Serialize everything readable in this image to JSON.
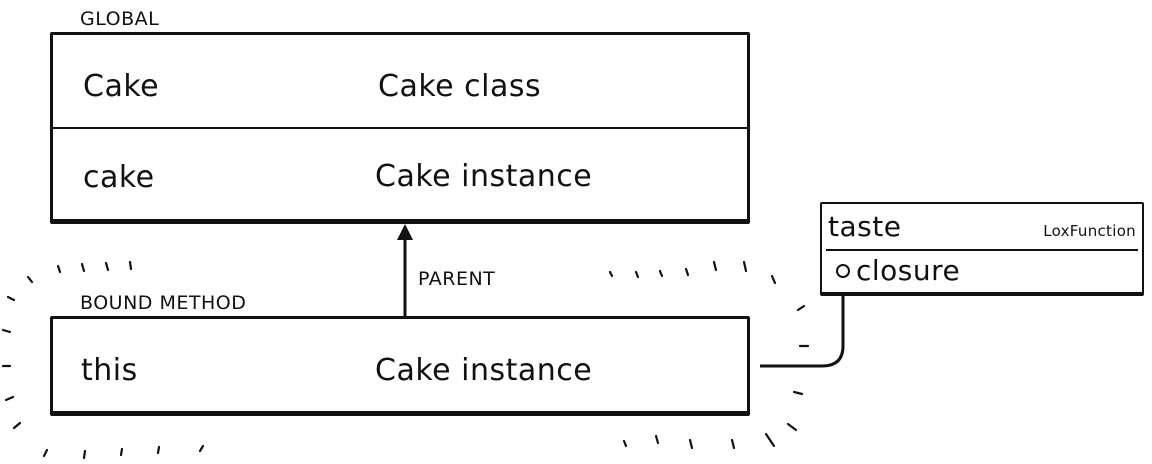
{
  "global": {
    "label": "GLOBAL",
    "rows": [
      {
        "name": "Cake",
        "value": "Cake class"
      },
      {
        "name": "cake",
        "value": "Cake instance"
      }
    ]
  },
  "bound_method": {
    "label": "BOUND METHOD",
    "rows": [
      {
        "name": "this",
        "value": "Cake instance"
      }
    ]
  },
  "parent_link": {
    "label": "PARENT"
  },
  "function_box": {
    "name": "taste",
    "type": "LoxFunction",
    "field": "closure"
  },
  "colors": {
    "ink": "#111111",
    "background": "#ffffff"
  }
}
